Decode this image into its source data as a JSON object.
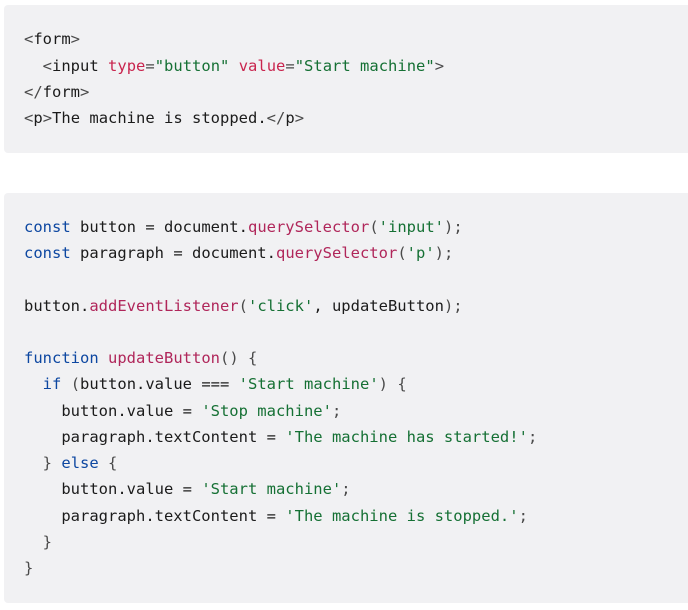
{
  "html_example": {
    "line1": {
      "open": "<",
      "tag": "form",
      "close": ">"
    },
    "line2": {
      "indent": "  ",
      "open": "<",
      "tag": "input",
      "attr1": "type",
      "eq1": "=",
      "val1": "\"button\"",
      "attr2": "value",
      "eq2": "=",
      "val2": "\"Start machine\"",
      "close": ">"
    },
    "line3": {
      "open": "</",
      "tag": "form",
      "close": ">"
    },
    "line4": {
      "open_p": "<",
      "tag_p": "p",
      "close_p": ">",
      "text": "The machine is stopped.",
      "end_open": "</",
      "end_tag": "p",
      "end_close": ">"
    }
  },
  "js_example": {
    "l1": {
      "kw": "const",
      "rest1": " button = document.",
      "fn": "querySelector",
      "p1": "(",
      "str": "'input'",
      "p2": ");"
    },
    "l2": {
      "kw": "const",
      "rest1": " paragraph = document.",
      "fn": "querySelector",
      "p1": "(",
      "str": "'p'",
      "p2": ");"
    },
    "l3": {
      "obj": "button.",
      "fn": "addEventListener",
      "p1": "(",
      "str": "'click'",
      "rest": ", updateButton",
      "p2": ");"
    },
    "l4": {
      "kw": "function",
      "sp": " ",
      "fn": "updateButton",
      "p1": "() {"
    },
    "l5": {
      "indent": "  ",
      "kw": "if",
      "sp": " ",
      "p1": "(",
      "cond": "button.value === ",
      "str": "'Start machine'",
      "p2": ") {"
    },
    "l6": {
      "indent": "    ",
      "lhs": "button.value = ",
      "str": "'Stop machine'",
      "end": ";"
    },
    "l7": {
      "indent": "    ",
      "lhs": "paragraph.textContent = ",
      "str": "'The machine has started!'",
      "end": ";"
    },
    "l8": {
      "indent": "  ",
      "p1": "}",
      "sp": " ",
      "kw": "else",
      "p2": " {"
    },
    "l9": {
      "indent": "    ",
      "lhs": "button.value = ",
      "str": "'Start machine'",
      "end": ";"
    },
    "l10": {
      "indent": "    ",
      "lhs": "paragraph.textContent = ",
      "str": "'The machine is stopped.'",
      "end": ";"
    },
    "l11": {
      "indent": "  ",
      "p1": "}"
    },
    "l12": {
      "p1": "}"
    }
  },
  "colors": {
    "block_background": "#f1f1f3",
    "attribute": "#c9254e",
    "string": "#157034",
    "keyword": "#0d47a1",
    "function": "#b0265a",
    "text": "#1b1b1b"
  }
}
